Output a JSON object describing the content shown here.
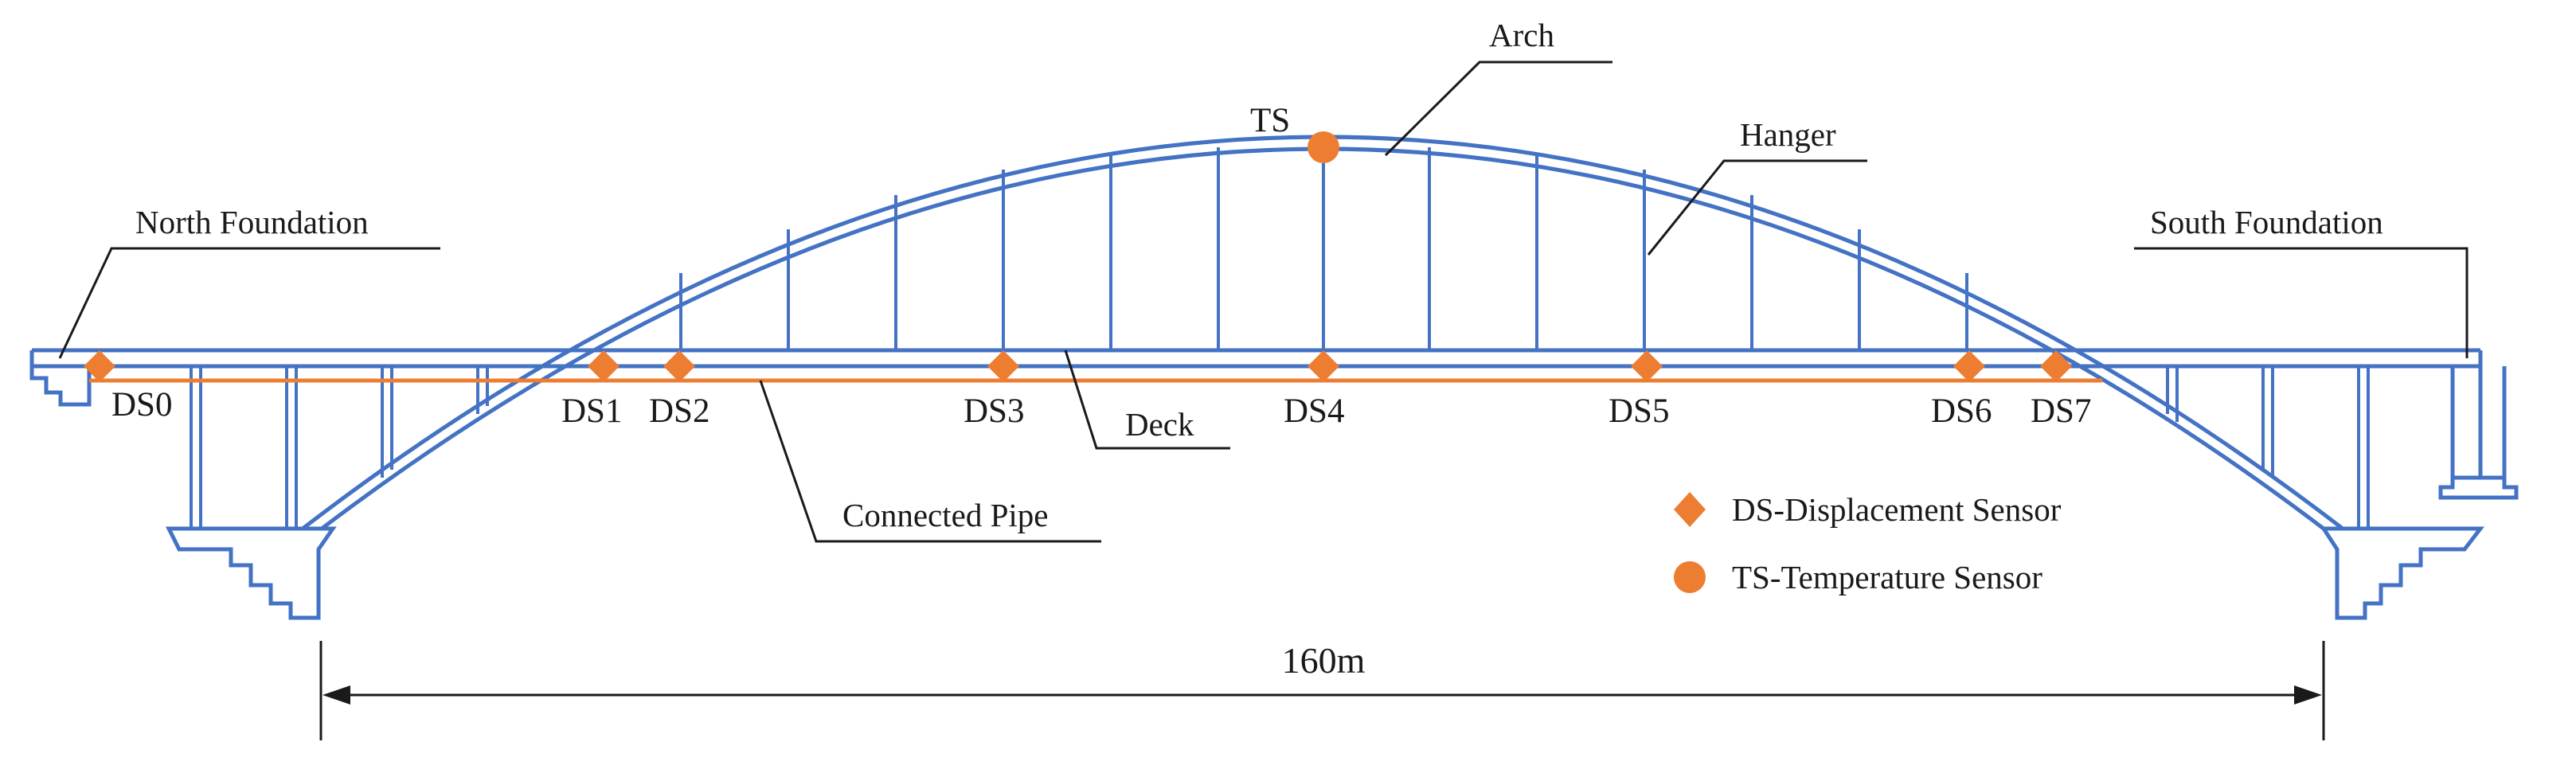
{
  "colors": {
    "structure": "#4472C4",
    "sensor": "#ED7D31",
    "pipe": "#ED7D31",
    "leader": "#1a1a1a",
    "text": "#1a1a1a"
  },
  "labels": {
    "arch": "Arch",
    "hanger": "Hanger",
    "north_foundation": "North Foundation",
    "south_foundation": "South Foundation",
    "deck": "Deck",
    "connected_pipe": "Connected Pipe",
    "span": "160m"
  },
  "sensors": {
    "temperature": {
      "label": "TS"
    },
    "displacement": [
      {
        "label": "DS0"
      },
      {
        "label": "DS1"
      },
      {
        "label": "DS2"
      },
      {
        "label": "DS3"
      },
      {
        "label": "DS4"
      },
      {
        "label": "DS5"
      },
      {
        "label": "DS6"
      },
      {
        "label": "DS7"
      }
    ]
  },
  "legend": {
    "displacement": {
      "icon": "diamond-icon",
      "text": "DS-Displacement Sensor"
    },
    "temperature": {
      "icon": "circle-icon",
      "text": "TS-Temperature Sensor"
    }
  }
}
